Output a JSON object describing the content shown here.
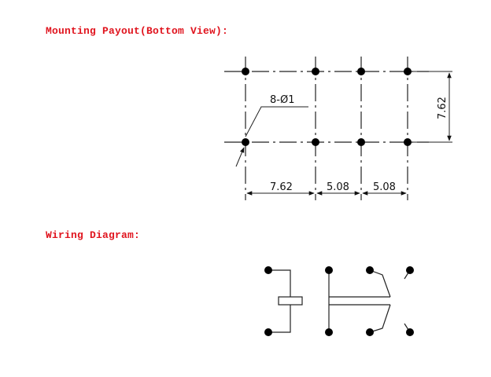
{
  "mounting": {
    "title": "Mounting Payout(Bottom View):",
    "hole_label": "8-Ø1",
    "dim_vertical": "7.62",
    "dim_h1": "7.62",
    "dim_h2": "5.08",
    "dim_h3": "5.08"
  },
  "wiring": {
    "title": "Wiring Diagram:"
  }
}
